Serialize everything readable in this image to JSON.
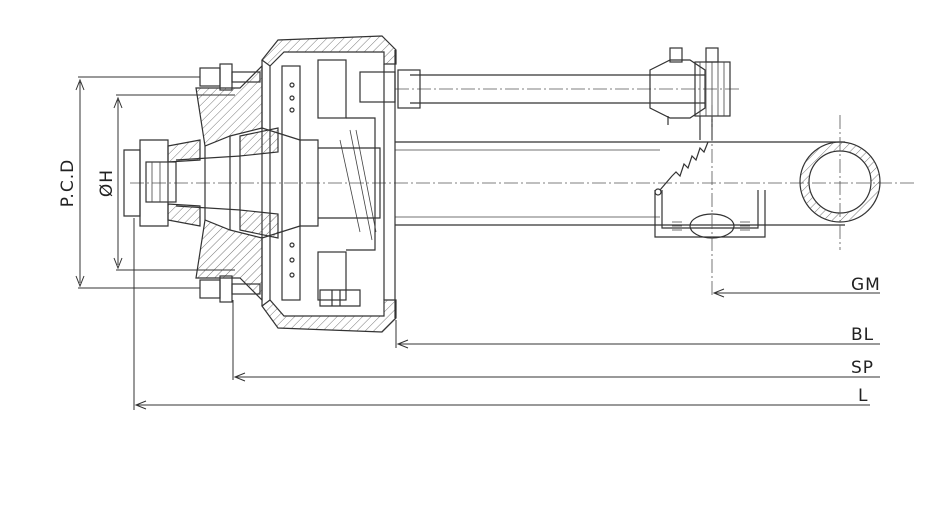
{
  "labels": {
    "gm": "GM",
    "bl": "BL",
    "sp": "SP",
    "l": "L",
    "pcd": "P.C.D",
    "h": "ØH"
  },
  "colors": {
    "line": "#333333",
    "background": "#ffffff"
  }
}
